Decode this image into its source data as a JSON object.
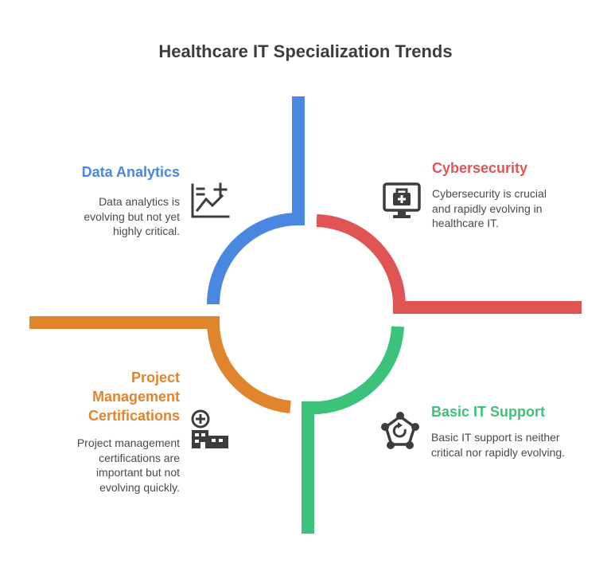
{
  "title": "Healthcare IT Specialization Trends",
  "colors": {
    "data_analytics": "#4a87e0",
    "cybersecurity": "#e05553",
    "basic_it_support": "#3cc27a",
    "project_management": "#e0852e",
    "icon": "#3d3d3d"
  },
  "sections": {
    "data_analytics": {
      "title": "Data Analytics",
      "description": "Data analytics is evolving but not yet highly critical.",
      "icon": "chart-plus-icon"
    },
    "cybersecurity": {
      "title": "Cybersecurity",
      "description": "Cybersecurity is crucial and rapidly evolving in healthcare IT.",
      "icon": "monitor-medical-icon"
    },
    "basic_it_support": {
      "title": "Basic IT Support",
      "description": "Basic IT support is neither critical nor rapidly evolving.",
      "icon": "network-refresh-icon"
    },
    "project_management": {
      "title": "Project Management Certifications",
      "description": "Project management certifications are important but not evolving quickly.",
      "icon": "hospital-building-icon"
    }
  }
}
